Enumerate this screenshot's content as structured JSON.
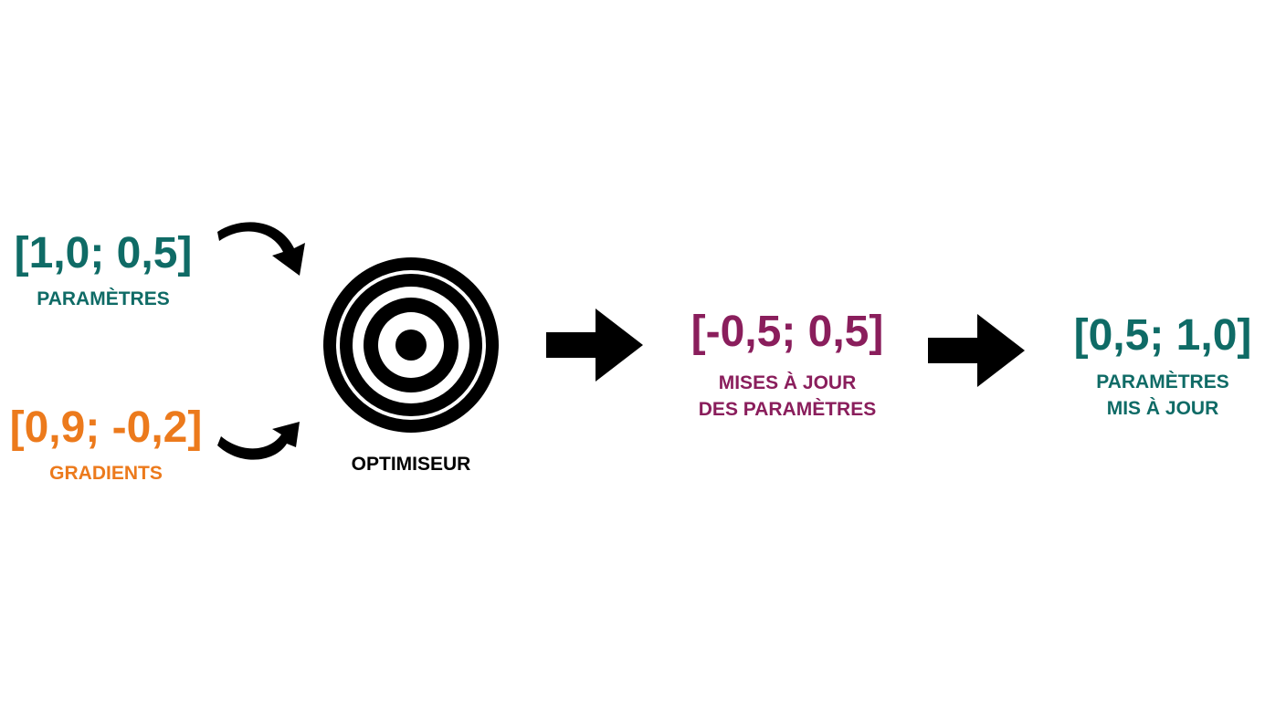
{
  "colors": {
    "teal": "#0f6b66",
    "orange": "#ec7a1c",
    "purple": "#8a1e5c",
    "black": "#000000",
    "background": "#ffffff"
  },
  "inputs": {
    "parameters": {
      "value": "[1,0; 0,5]",
      "label": "PARAMÈTRES"
    },
    "gradients": {
      "value": "[0,9; -0,2]",
      "label": "GRADIENTS"
    }
  },
  "optimizer": {
    "label": "OPTIMISEUR",
    "icon": "target-icon"
  },
  "updates": {
    "value": "[-0,5; 0,5]",
    "label_lines": [
      "MISES À JOUR",
      "DES PARAMÈTRES"
    ]
  },
  "result": {
    "value": "[0,5; 1,0]",
    "label_lines": [
      "PARAMÈTRES",
      "MIS À JOUR"
    ]
  },
  "arrows": [
    "curved-arrow-icon",
    "curved-arrow-icon",
    "right-arrow-icon",
    "right-arrow-icon"
  ]
}
